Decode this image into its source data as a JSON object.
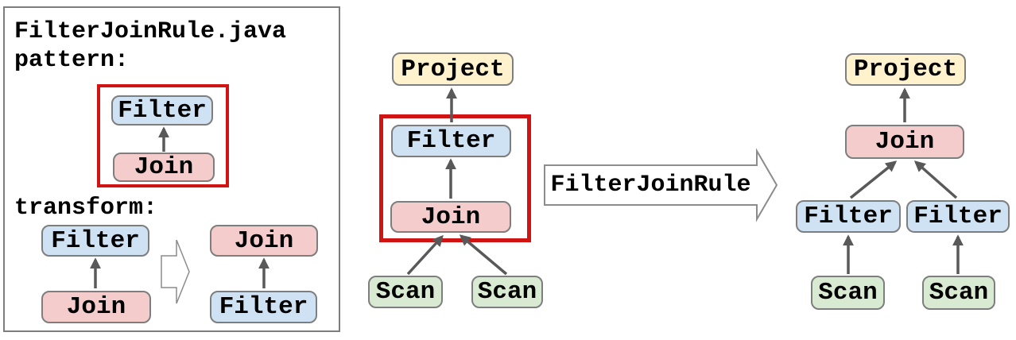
{
  "left_panel": {
    "title": "FilterJoinRule.java",
    "subtitle": "pattern:",
    "pattern_tree": {
      "parent": "Filter",
      "child": "Join"
    },
    "transform_label": "transform:",
    "transform": {
      "before": {
        "parent": "Filter",
        "child": "Join"
      },
      "after": {
        "parent": "Join",
        "child": "Filter"
      }
    }
  },
  "rule_arrow": {
    "label": "FilterJoinRule"
  },
  "before_tree": {
    "root": "Project",
    "mid": "Filter",
    "lower": "Join",
    "leaves": [
      "Scan",
      "Scan"
    ]
  },
  "after_tree": {
    "root": "Project",
    "mid": "Join",
    "lower": [
      "Filter",
      "Filter"
    ],
    "leaves": [
      "Scan",
      "Scan"
    ]
  },
  "palette": {
    "filter_fill": "#cfe2f3",
    "join_fill": "#f4cccc",
    "project_fill": "#fff2cc",
    "scan_fill": "#d9ead3",
    "node_border": "#7e7e7e",
    "panel_border": "#7d7d7d",
    "highlight_red": "#d01414",
    "edge_gray": "#595959",
    "block_arrow_outline": "#8c8c8c",
    "block_arrow_fill": "#ffffff"
  }
}
